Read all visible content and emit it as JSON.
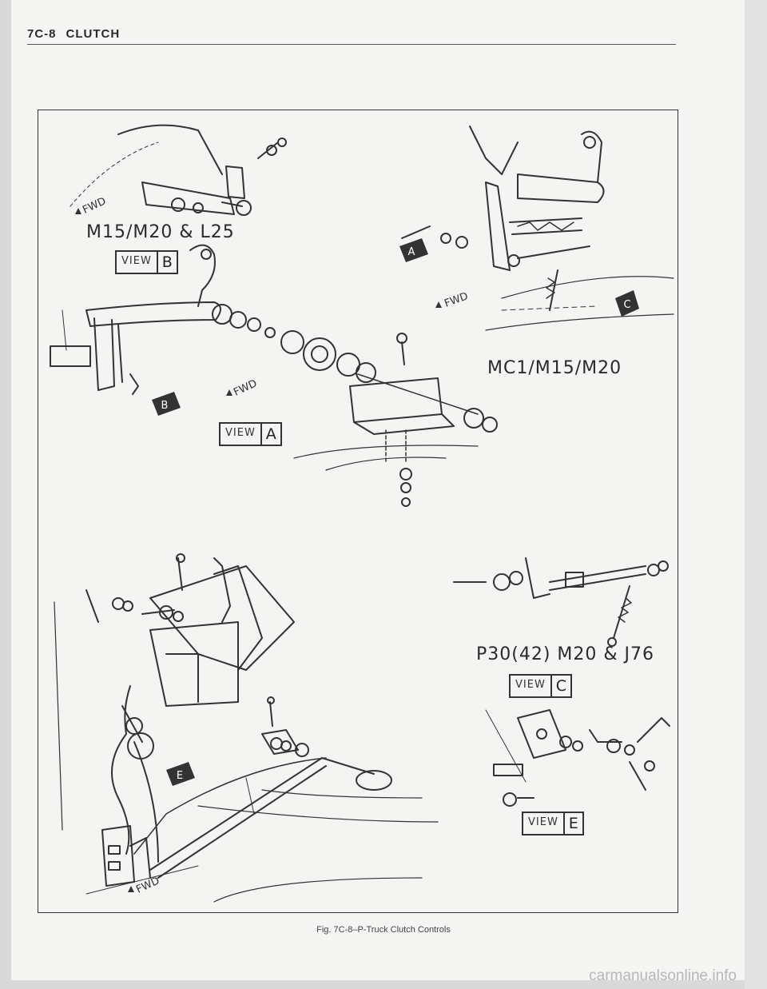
{
  "header": {
    "page_number": "7C-8",
    "section": "CLUTCH"
  },
  "figure": {
    "labels": {
      "m15_m20_l25": "M15/M20 & L25",
      "mc1_m15_m20": "MC1/M15/M20",
      "p30_m20_j76": "P30(42) M20 & J76"
    },
    "views": {
      "word": "VIEW",
      "b": "B",
      "a": "A",
      "c": "C",
      "e": "E"
    },
    "fwd": "FWD",
    "arrows": {
      "a": "A",
      "b": "B",
      "c": "C",
      "e": "E"
    }
  },
  "caption": "Fig. 7C-8–P-Truck Clutch Controls",
  "watermark": "carmanualsonline.info"
}
